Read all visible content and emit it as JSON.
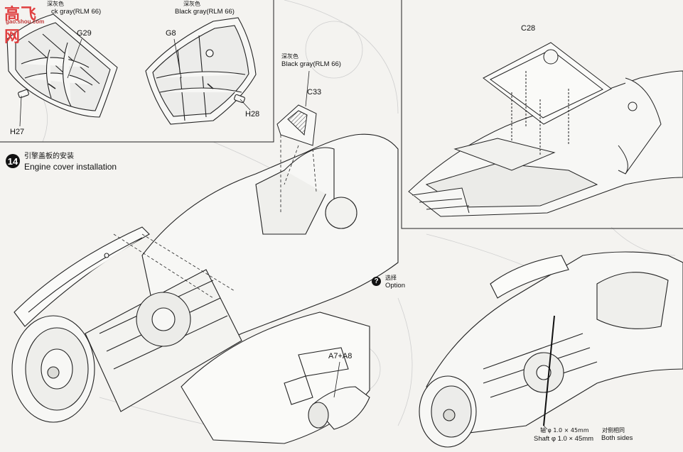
{
  "watermark": {
    "main": "高飞网",
    "sub": "gao.shou.com"
  },
  "top_left_inset": {
    "note_cn": "深灰色",
    "note_en": "ck gray(RLM 66)",
    "note2_cn": "深灰色",
    "note2_en": "Black gray(RLM 66)",
    "parts": {
      "g29": "G29",
      "g8": "G8",
      "h27": "H27",
      "h28": "H28"
    }
  },
  "center_note": {
    "cn": "深灰色",
    "en": "Black gray(RLM 66)",
    "part": "C33"
  },
  "top_right_inset": {
    "part": "C28"
  },
  "step14": {
    "number": "14",
    "title_cn": "引擎盖板的安装",
    "title_en": "Engine cover installation"
  },
  "option": {
    "icon": "?",
    "cn": "选择",
    "en": "Option"
  },
  "parts_main": {
    "a7a8": "A7+A8"
  },
  "shaft_note": {
    "cn": "轴 φ 1.0 × 45mm",
    "en": "Shaft φ 1.0 × 45mm",
    "both_cn": "对侧相同",
    "both_en": "Both sides"
  },
  "colors": {
    "line": "#222222",
    "paper": "#f4f3f0",
    "ghost": "#bdbdbd",
    "watermark": "#e04040"
  }
}
